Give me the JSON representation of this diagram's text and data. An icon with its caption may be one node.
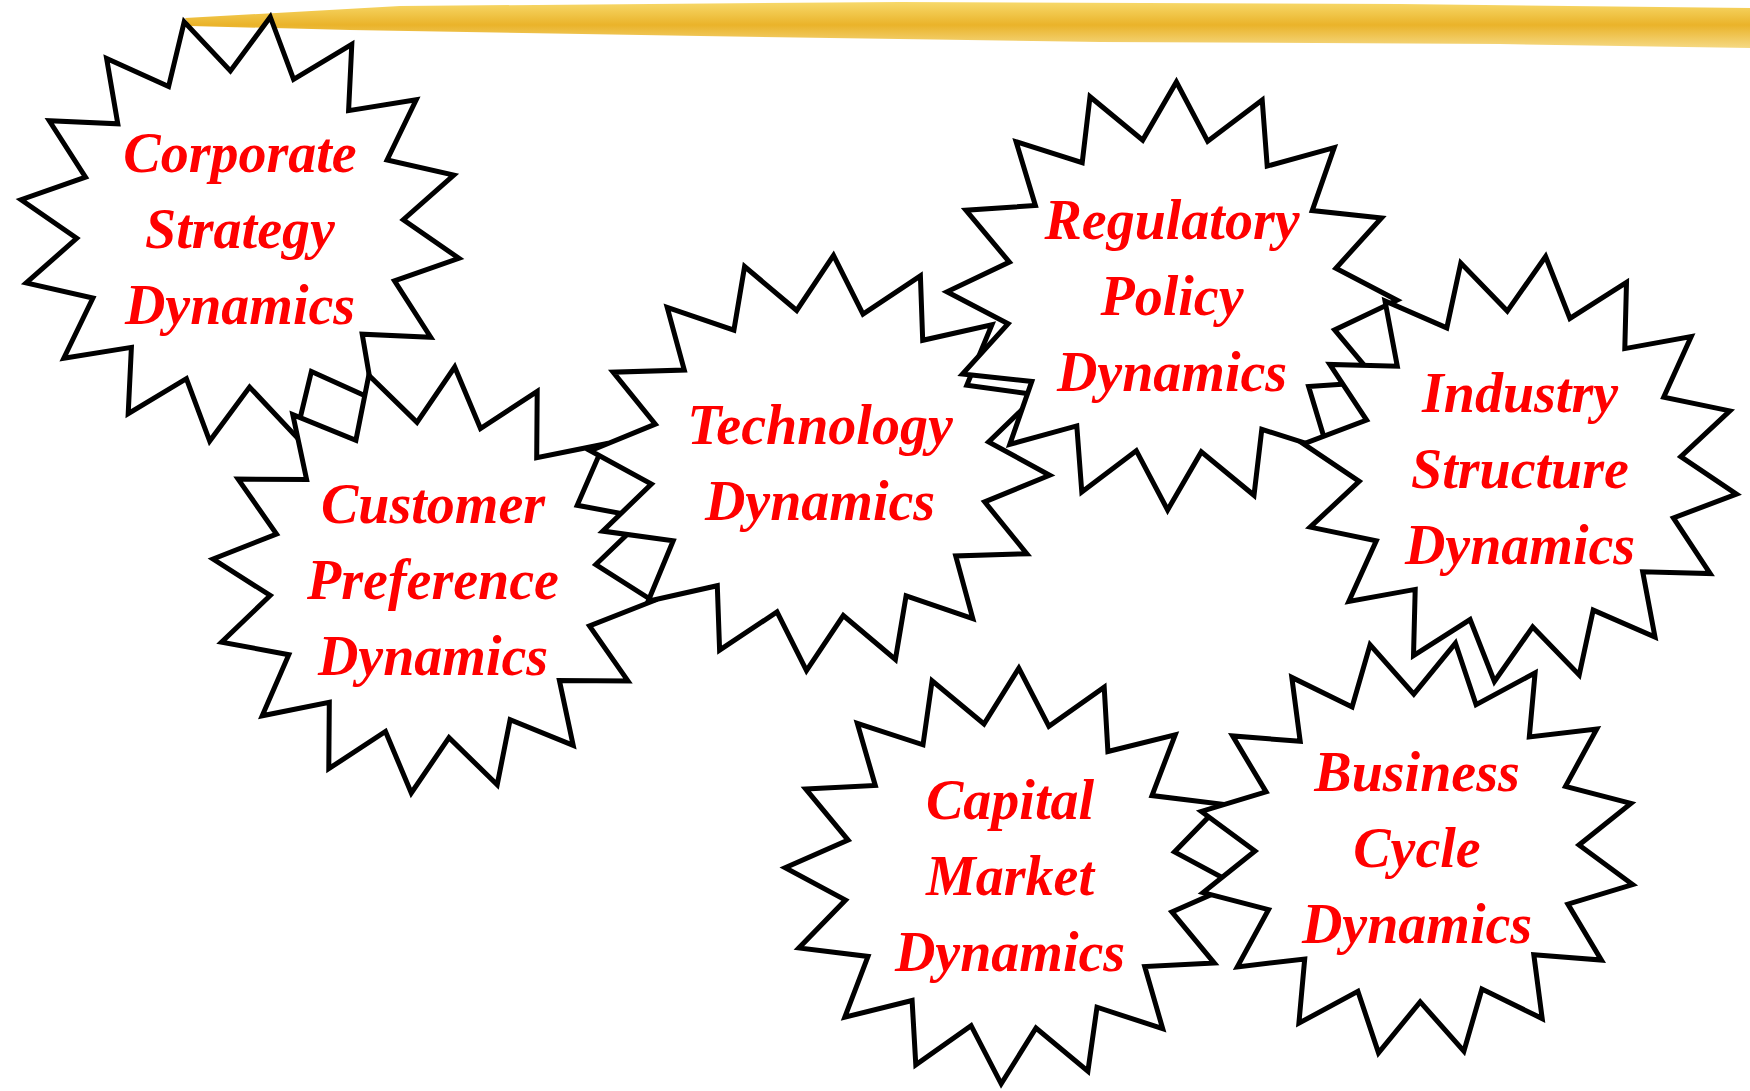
{
  "diagram": {
    "nodes": [
      {
        "text": [
          "Corporate Strategy Dynamics"
        ]
      },
      {
        "text": [
          "Regulatory Policy Dynamics"
        ]
      },
      {
        "text": [
          "Technology Dynamics"
        ]
      },
      {
        "text": [
          "Industry Structure Dynamics"
        ]
      },
      {
        "text": [
          "Customer Preference Dynamics"
        ]
      },
      {
        "text": [
          "Business Cycle Dynamics"
        ]
      },
      {
        "text": [
          "Capital Market Dynamics"
        ]
      }
    ]
  }
}
